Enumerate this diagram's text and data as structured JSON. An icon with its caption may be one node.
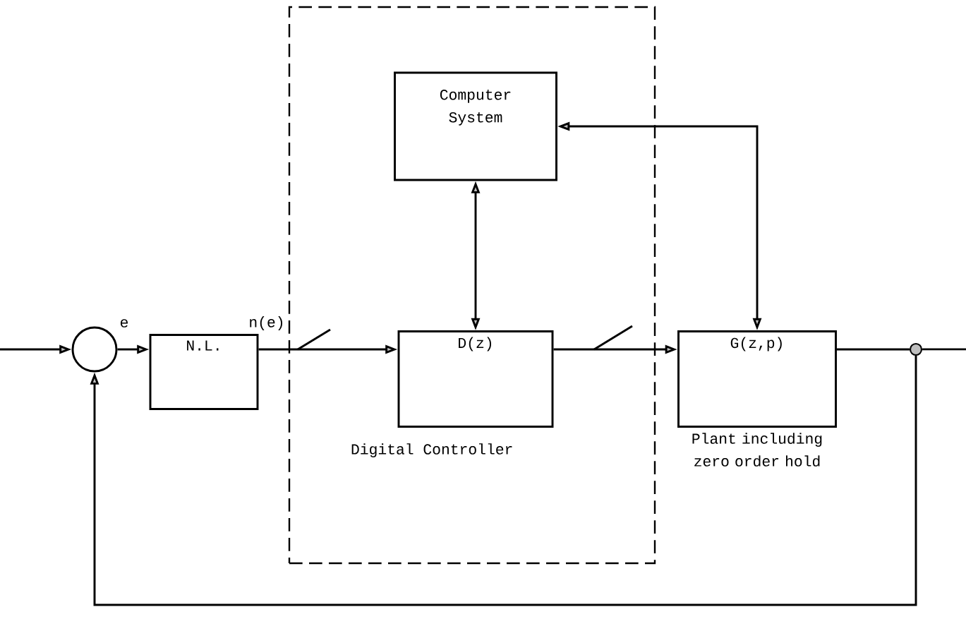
{
  "diagram": {
    "nodes": [
      {
        "text": [],
        "shape": "circle"
      },
      {
        "text": [
          "N.L."
        ]
      },
      {
        "text": [
          "Digital Controller"
        ]
      },
      {
        "text": [
          "Computer System"
        ],
        "in": 2
      },
      {
        "text": [
          "D(z)"
        ],
        "in": 2
      },
      {
        "text": [
          "G(z,p)"
        ],
        "beside": [
          "Plant including zero order hold"
        ]
      },
      {
        "text": [],
        "shape": "circle"
      }
    ],
    "edges": [
      {
        "from": null,
        "to": 0,
        "arrow": "to"
      },
      {
        "from": 0,
        "to": 1,
        "arrow": "to",
        "label": "e"
      },
      {
        "from": 1,
        "to": 4,
        "arrow": "to",
        "label": "n(e)"
      },
      {
        "from": 3,
        "to": 4,
        "arrow": "both"
      },
      {
        "from": 3,
        "to": 5,
        "arrow": "both"
      },
      {
        "from": 4,
        "to": 5,
        "arrow": "to"
      },
      {
        "from": 5,
        "to": 6,
        "arrow": "none"
      },
      {
        "from": 6,
        "to": null,
        "arrow": "none"
      },
      {
        "from": 6,
        "to": 0,
        "arrow": "to"
      }
    ]
  }
}
